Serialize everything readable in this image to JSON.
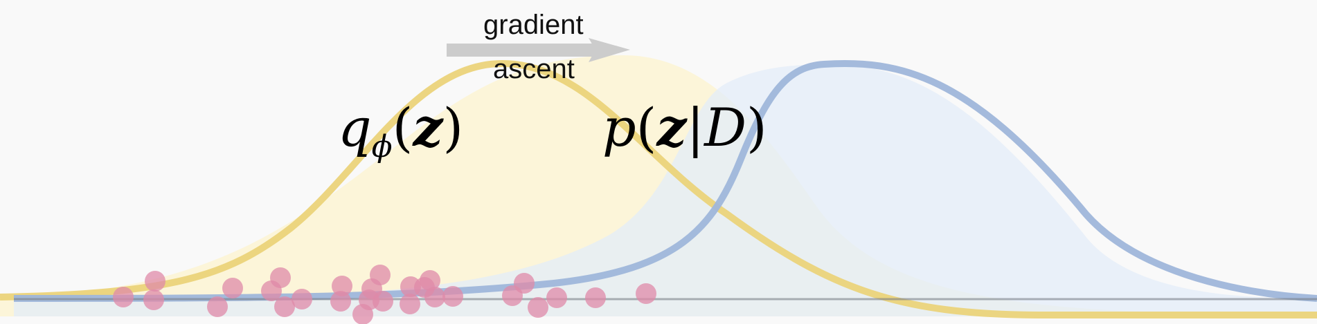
{
  "arrow": {
    "top_label": "gradient",
    "bottom_label": "ascent"
  },
  "labels": {
    "q": {
      "func": "q",
      "subscript": "ϕ",
      "open": "(",
      "var": "z",
      "close": ")"
    },
    "p": {
      "func": "p",
      "open": "(",
      "var": "z",
      "bar": "|",
      "cond": "D",
      "close": ")"
    }
  },
  "colors": {
    "q_fill": "#fdf4d3",
    "q_stroke": "#ebd37a",
    "p_fill": "#e8f0fa",
    "p_stroke": "#9fb6da",
    "points": "#df8aa8",
    "arrow": "#cccccc",
    "baseline": "#888888"
  },
  "points_count": 28
}
